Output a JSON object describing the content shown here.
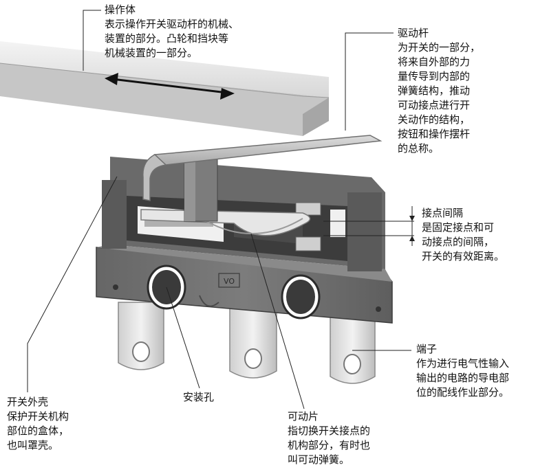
{
  "labels": {
    "actuator": {
      "title": "操作体",
      "desc": "表示操作开关驱动杆的机械、\n装置的部分。凸轮和挡块等\n机械装置的一部分。"
    },
    "lever": {
      "title": "驱动杆",
      "desc": "为开关的一部分，\n将来自外部的力\n量传导到内部的\n弹簧结构，推动\n可动接点进行开\n关动作的结构，\n按钮和操作摆杆\n的总称。"
    },
    "gap": {
      "title": "接点间隔",
      "desc": "是固定接点和可\n动接点的间隔，\n开关的有效距离。"
    },
    "terminal": {
      "title": "端子",
      "desc": "作为进行电气性输入\n输出的电路的导电部\n位的配线作业部分。"
    },
    "housing": {
      "title": "开关外壳",
      "desc": "保护开关机构\n部位的盒体，\n也叫罩壳。"
    },
    "hole": {
      "title": "安装孔"
    },
    "spring": {
      "title": "可动片",
      "desc": "指切换开关接点的\n机构部分，有时也\n叫可动弹簧。"
    }
  },
  "body_marking": "VO"
}
